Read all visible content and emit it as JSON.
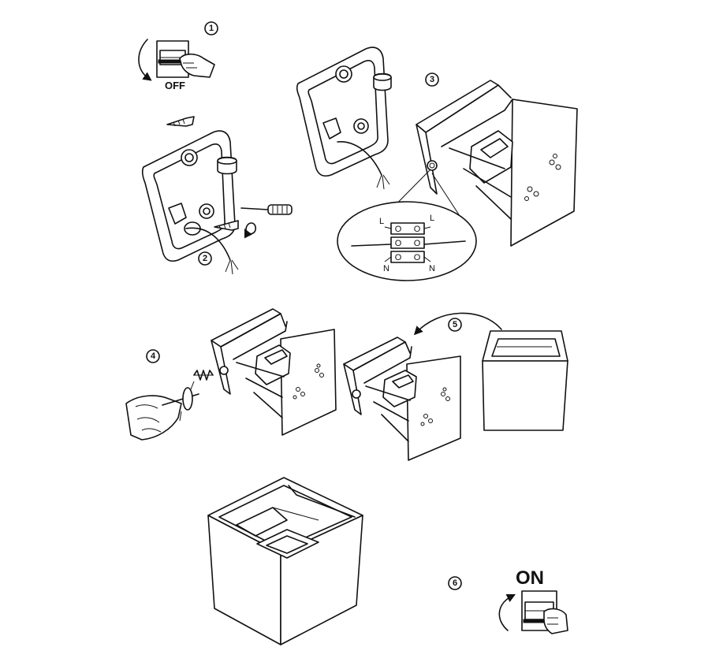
{
  "steps": [
    "1",
    "2",
    "3",
    "4",
    "5",
    "6"
  ],
  "switch_off_label": "OFF",
  "switch_on_label": "ON",
  "wiring": {
    "top_left": "L",
    "top_right": "L",
    "bottom_left": "N",
    "bottom_right": "N",
    "terminal_hole": "O"
  },
  "icons": [
    "hand-pressing-switch-icon",
    "rotate-arrow-icon",
    "screw-icon",
    "screwdriver-icon",
    "mounting-plate-icon",
    "power-cable-icon",
    "terminal-block-icon",
    "wall-lamp-base-icon",
    "lamp-cover-icon",
    "spring-icon",
    "hand-with-screwdriver-icon",
    "assembled-cube-lamp-icon"
  ]
}
